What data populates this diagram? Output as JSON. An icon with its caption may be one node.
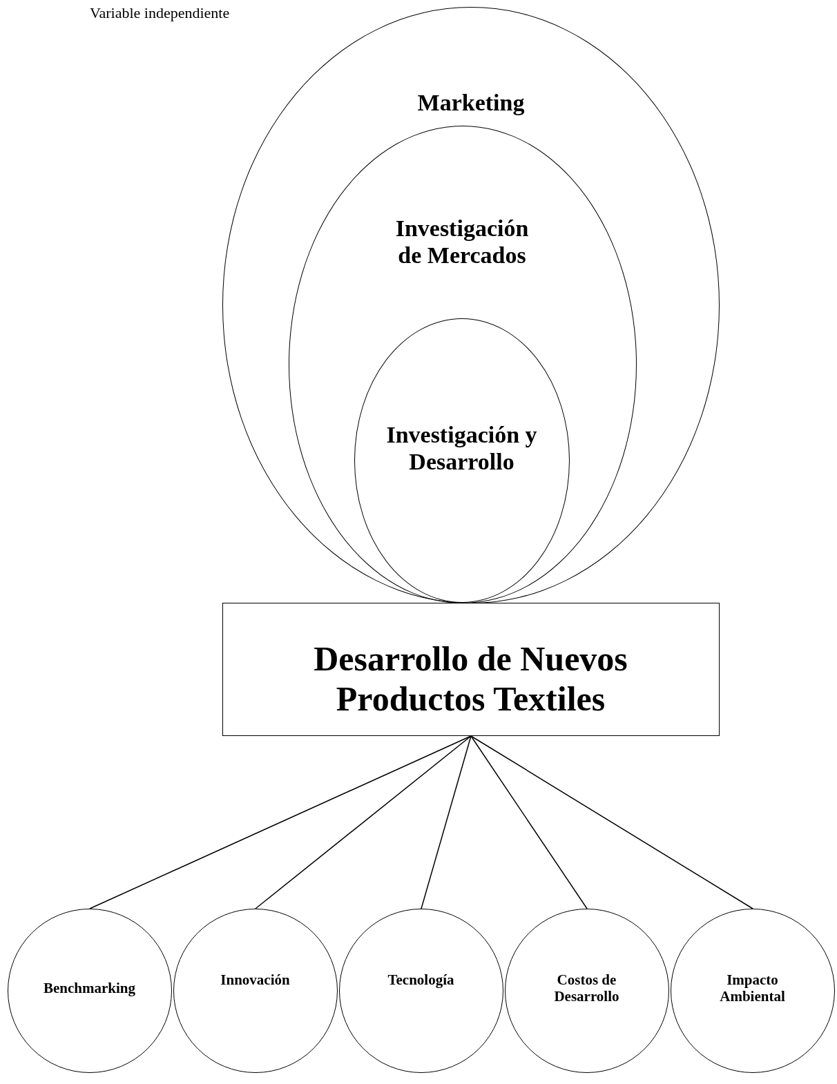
{
  "diagram": {
    "nodes": [
      {
        "text": [
          "Marketing"
        ]
      },
      {
        "text": [
          "Investigación de Mercados"
        ],
        "in": 0
      },
      {
        "text": [
          "Investigación y Desarrollo"
        ],
        "in": 1
      },
      {
        "text": [
          "Desarrollo de Nuevos Productos Textiles"
        ]
      },
      {
        "text": [
          "Benchmarking"
        ]
      },
      {
        "text": [
          "Innovación"
        ]
      },
      {
        "text": [
          "Tecnología"
        ]
      },
      {
        "text": [
          "Costos de Desarrollo"
        ]
      },
      {
        "text": [
          "Impacto Ambiental"
        ]
      }
    ],
    "edges": [
      {
        "from": 3,
        "to": 4,
        "arrow": "none"
      },
      {
        "from": 3,
        "to": 5,
        "arrow": "none"
      },
      {
        "from": 3,
        "to": 6,
        "arrow": "none"
      },
      {
        "from": 3,
        "to": 7,
        "arrow": "none"
      },
      {
        "from": 3,
        "to": 8,
        "arrow": "none"
      }
    ],
    "labels": [
      "Variable independiente"
    ]
  }
}
